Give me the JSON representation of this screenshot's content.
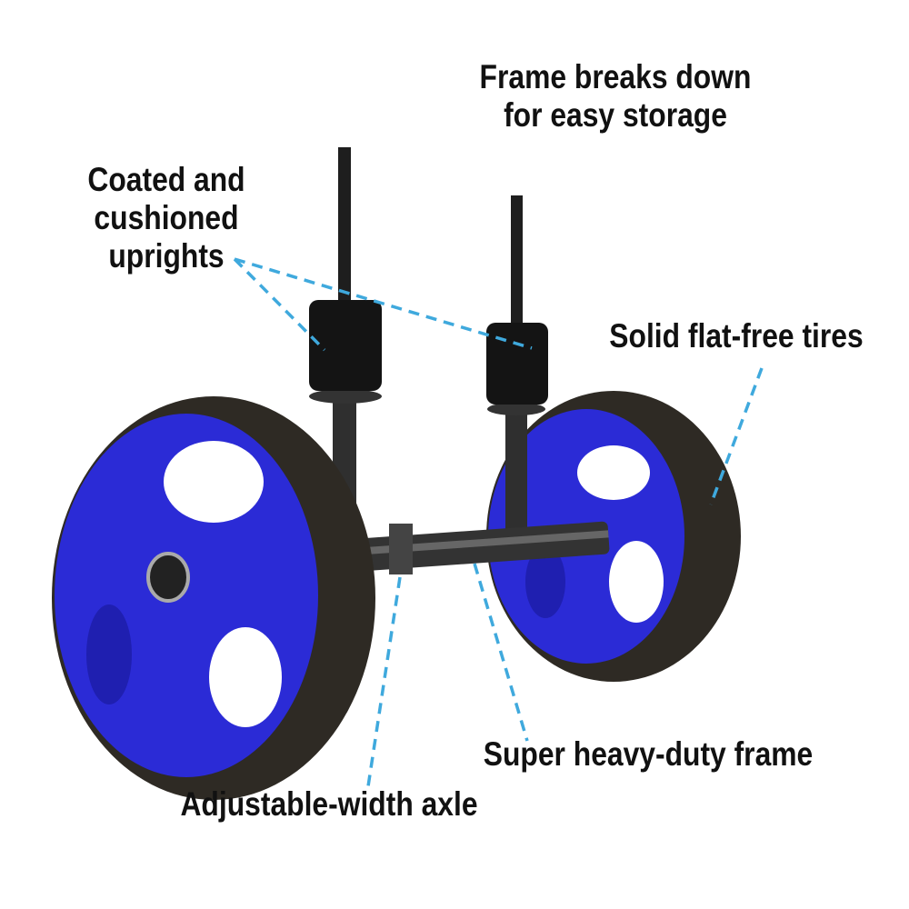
{
  "labels": {
    "frame_breaks": [
      "Frame breaks down",
      "for easy storage"
    ],
    "uprights": [
      "Coated and",
      "cushioned",
      "uprights"
    ],
    "tires": "Solid flat-free tires",
    "frame": "Super heavy-duty frame",
    "axle": "Adjustable-width axle"
  },
  "colors": {
    "callout_line": "#3fa9dd",
    "wheel_hub": "#2b2bd6",
    "tire": "#2e2a24",
    "frame": "#2a2a2a",
    "foam": "#141414",
    "text": "#111111"
  }
}
